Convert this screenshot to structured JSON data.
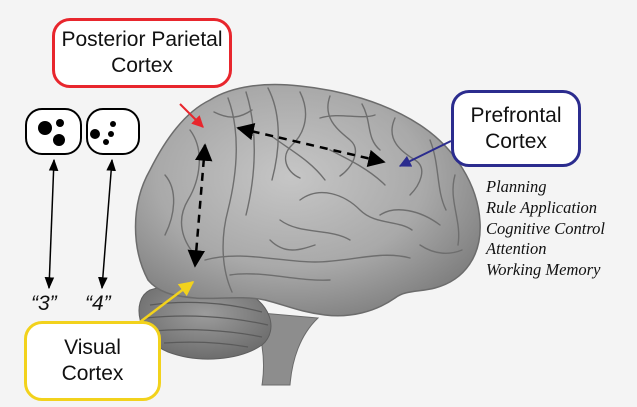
{
  "colors": {
    "background": "#f4f4f4",
    "posterior_parietal": "#e8262d",
    "prefrontal": "#2b2c8e",
    "visual": "#f2d21c",
    "brain_surface": "#a7a7a7"
  },
  "regions": {
    "posterior_parietal": {
      "line1": "Posterior Parietal",
      "line2": "Cortex",
      "icon": "brain-region-callout"
    },
    "prefrontal": {
      "line1": "Prefrontal",
      "line2": "Cortex",
      "icon": "brain-region-callout"
    },
    "visual": {
      "line1": "Visual",
      "line2": "Cortex",
      "icon": "brain-region-callout"
    }
  },
  "stimuli": [
    {
      "label": "“3”",
      "dots": 3,
      "icon": "dot-array-icon"
    },
    {
      "label": "“4”",
      "dots": 4,
      "icon": "dot-array-icon"
    }
  ],
  "prefrontal_functions": [
    "Planning",
    "Rule Application",
    "Cognitive Control",
    "Attention",
    "Working Memory"
  ],
  "connections": [
    {
      "from": "visual",
      "to": "posterior_parietal",
      "style": "dashed-double-arrow"
    },
    {
      "from": "posterior_parietal",
      "to": "prefrontal",
      "style": "dashed-double-arrow"
    }
  ]
}
